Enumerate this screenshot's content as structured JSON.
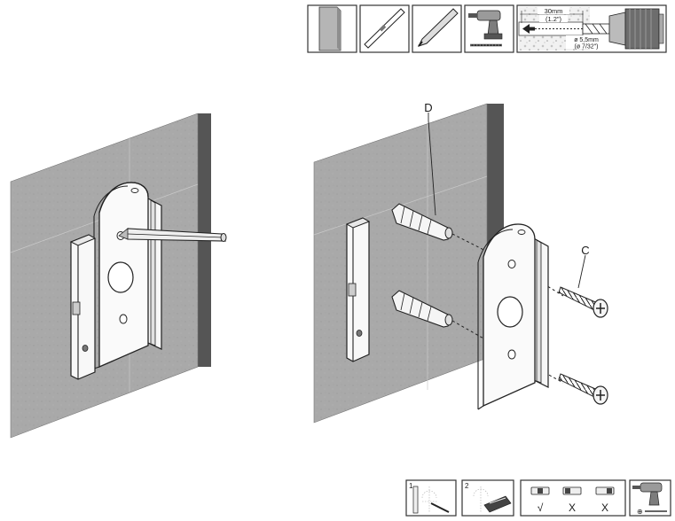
{
  "tools_strip": {
    "drill_dimensions": {
      "depth_metric": "30mm",
      "depth_imperial": "(1.2\")",
      "diameter_metric": "ø 5,5mm",
      "diameter_imperial": "(ø 7/32\")"
    }
  },
  "callouts": {
    "anchors": "D",
    "screws": "C"
  },
  "steps_strip": {
    "step1_number": "1",
    "step2_number": "2",
    "level_check_ok": "√",
    "level_check_bad_left": "X",
    "level_check_bad_right": "X",
    "drill_mode_plus": "⊕"
  },
  "icons": [
    "wall-icon",
    "spirit-level-icon",
    "pencil-icon",
    "cordless-drill-icon",
    "drill-depth-icon",
    "mark-wall-icon",
    "wall-plug-icon",
    "level-icon",
    "screwdriver-drill-icon"
  ]
}
